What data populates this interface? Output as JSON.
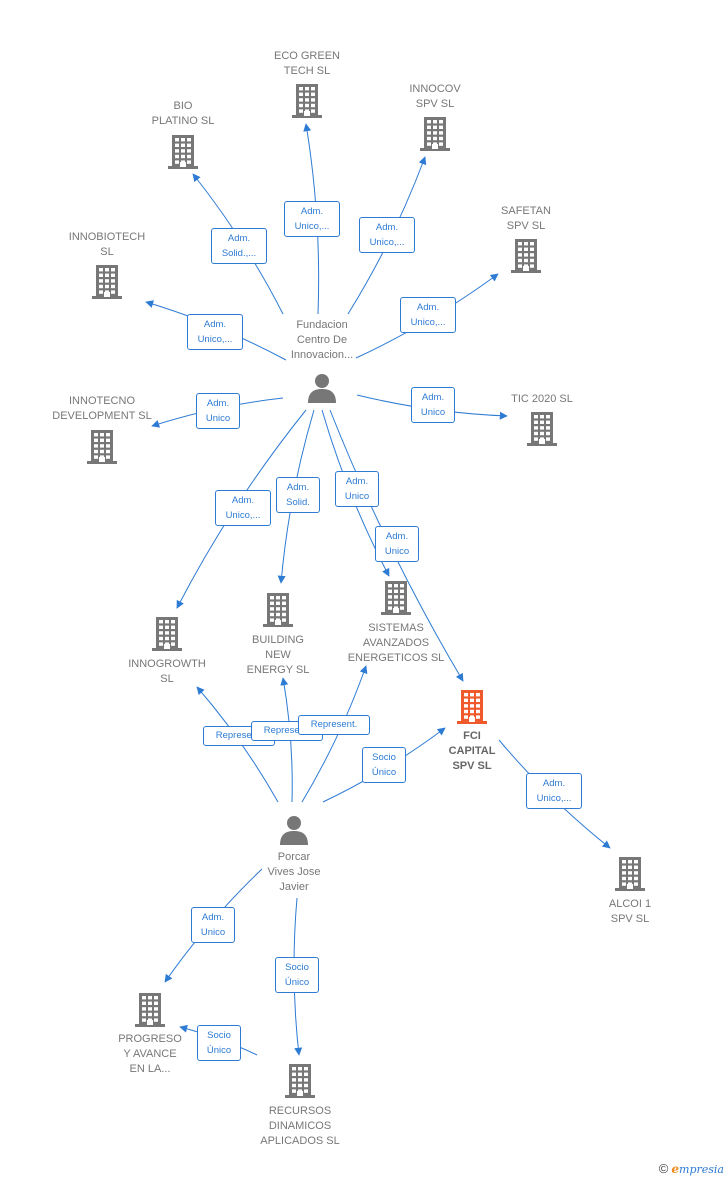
{
  "colors": {
    "edge": "#2e7bd4",
    "company_icon": "#777777",
    "highlight_icon": "#f0592b",
    "person_icon": "#777777"
  },
  "nodes": [
    {
      "id": "eco",
      "type": "company",
      "label": "ECO GREEN\nTECH  SL"
    },
    {
      "id": "bio",
      "type": "company",
      "label": "BIO\nPLATINO SL"
    },
    {
      "id": "innocov",
      "type": "company",
      "label": "INNOCOV\nSPV  SL"
    },
    {
      "id": "safetan",
      "type": "company",
      "label": "SAFETAN\nSPV  SL"
    },
    {
      "id": "innobiotech",
      "type": "company",
      "label": "INNOBIOTECH\nSL"
    },
    {
      "id": "fundacion",
      "type": "person",
      "label": "Fundacion\nCentro De\nInnovacion..."
    },
    {
      "id": "innotecno",
      "type": "company",
      "label": "INNOTECNO\nDEVELOPMENT SL"
    },
    {
      "id": "tic",
      "type": "company",
      "label": "TIC 2020 SL"
    },
    {
      "id": "innogrowth",
      "type": "company",
      "label": "INNOGROWTH\nSL"
    },
    {
      "id": "building",
      "type": "company",
      "label": "BUILDING\nNEW\nENERGY SL"
    },
    {
      "id": "sistemas",
      "type": "company",
      "label": "SISTEMAS\nAVANZADOS\nENERGETICOS SL"
    },
    {
      "id": "fci",
      "type": "company",
      "highlight": true,
      "label": "FCI\nCAPITAL\nSPV  SL"
    },
    {
      "id": "porcar",
      "type": "person",
      "label": "Porcar\nVives Jose\nJavier"
    },
    {
      "id": "alcoi",
      "type": "company",
      "label": "ALCOI 1\nSPV  SL"
    },
    {
      "id": "progreso",
      "type": "company",
      "label": "PROGRESO\nY AVANCE\nEN LA..."
    },
    {
      "id": "recursos",
      "type": "company",
      "label": "RECURSOS\nDINAMICOS\nAPLICADOS  SL"
    }
  ],
  "edges": [
    {
      "from": "fundacion",
      "to": "eco",
      "label": "Adm.\nUnico,..."
    },
    {
      "from": "fundacion",
      "to": "bio",
      "label": "Adm.\nSolid.,..."
    },
    {
      "from": "fundacion",
      "to": "innocov",
      "label": "Adm.\nUnico,..."
    },
    {
      "from": "fundacion",
      "to": "safetan",
      "label": "Adm.\nUnico,..."
    },
    {
      "from": "fundacion",
      "to": "innobiotech",
      "label": "Adm.\nUnico,..."
    },
    {
      "from": "fundacion",
      "to": "innotecno",
      "label": "Adm.\nUnico"
    },
    {
      "from": "fundacion",
      "to": "tic",
      "label": "Adm.\nUnico"
    },
    {
      "from": "fundacion",
      "to": "innogrowth",
      "label": "Adm.\nUnico,..."
    },
    {
      "from": "fundacion",
      "to": "building",
      "label": "Adm.\nSolid."
    },
    {
      "from": "fundacion",
      "to": "sistemas",
      "label": "Adm.\nUnico"
    },
    {
      "from": "fundacion",
      "to": "fci",
      "label": "Adm.\nUnico"
    },
    {
      "from": "porcar",
      "to": "innogrowth",
      "label": "Represent."
    },
    {
      "from": "porcar",
      "to": "building",
      "label": "Represent."
    },
    {
      "from": "porcar",
      "to": "sistemas",
      "label": "Represent."
    },
    {
      "from": "porcar",
      "to": "fci",
      "label": "Socio\nÚnico"
    },
    {
      "from": "fci",
      "to": "alcoi",
      "label": "Adm.\nUnico,..."
    },
    {
      "from": "porcar",
      "to": "progreso",
      "label": "Adm.\nUnico"
    },
    {
      "from": "porcar",
      "to": "recursos",
      "label": "Socio\nÚnico"
    },
    {
      "from": "recursos",
      "to": "progreso",
      "label": "Socio\nÚnico"
    }
  ],
  "brand": {
    "copyright": "©",
    "initial": "e",
    "rest": "mpresia"
  }
}
